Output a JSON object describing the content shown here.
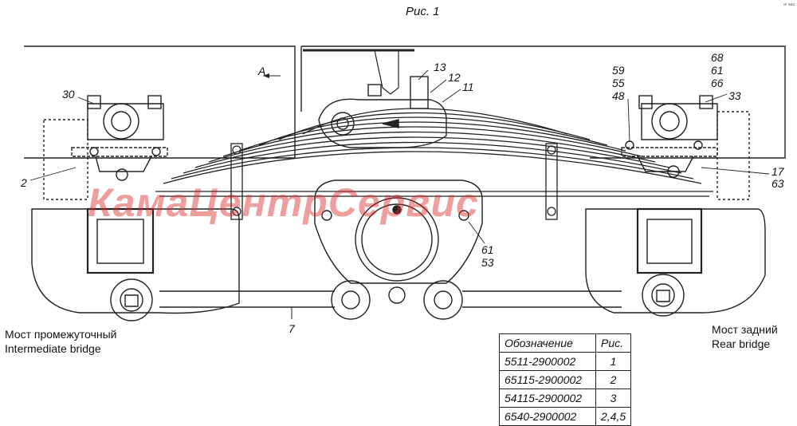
{
  "figure": {
    "caption": "Рис. 1",
    "corner_mark": "а² ааа",
    "direction_label": "A",
    "watermark": "КамаЦентрСервис"
  },
  "callouts": {
    "c13": "13",
    "c12": "12",
    "c11": "11",
    "c30": "30",
    "c2": "2",
    "c59": "59",
    "c55": "55",
    "c48": "48",
    "c68": "68",
    "c61a": "61",
    "c66": "66",
    "c33": "33",
    "c17": "17",
    "c63": "63",
    "c61b": "61",
    "c53": "53",
    "c7": "7"
  },
  "bridges": {
    "intermediate_ru": "Мост промежуточный",
    "intermediate_en": "Intermediate bridge",
    "rear_ru": "Мост задний",
    "rear_en": "Rear bridge"
  },
  "spec_table": {
    "headers": [
      "Обозначение",
      "Рис."
    ],
    "rows": [
      [
        "5511-2900002",
        "1"
      ],
      [
        "65115-2900002",
        "2"
      ],
      [
        "54115-2900002",
        "3"
      ],
      [
        "6540-2900002",
        "2,4,5"
      ]
    ]
  }
}
